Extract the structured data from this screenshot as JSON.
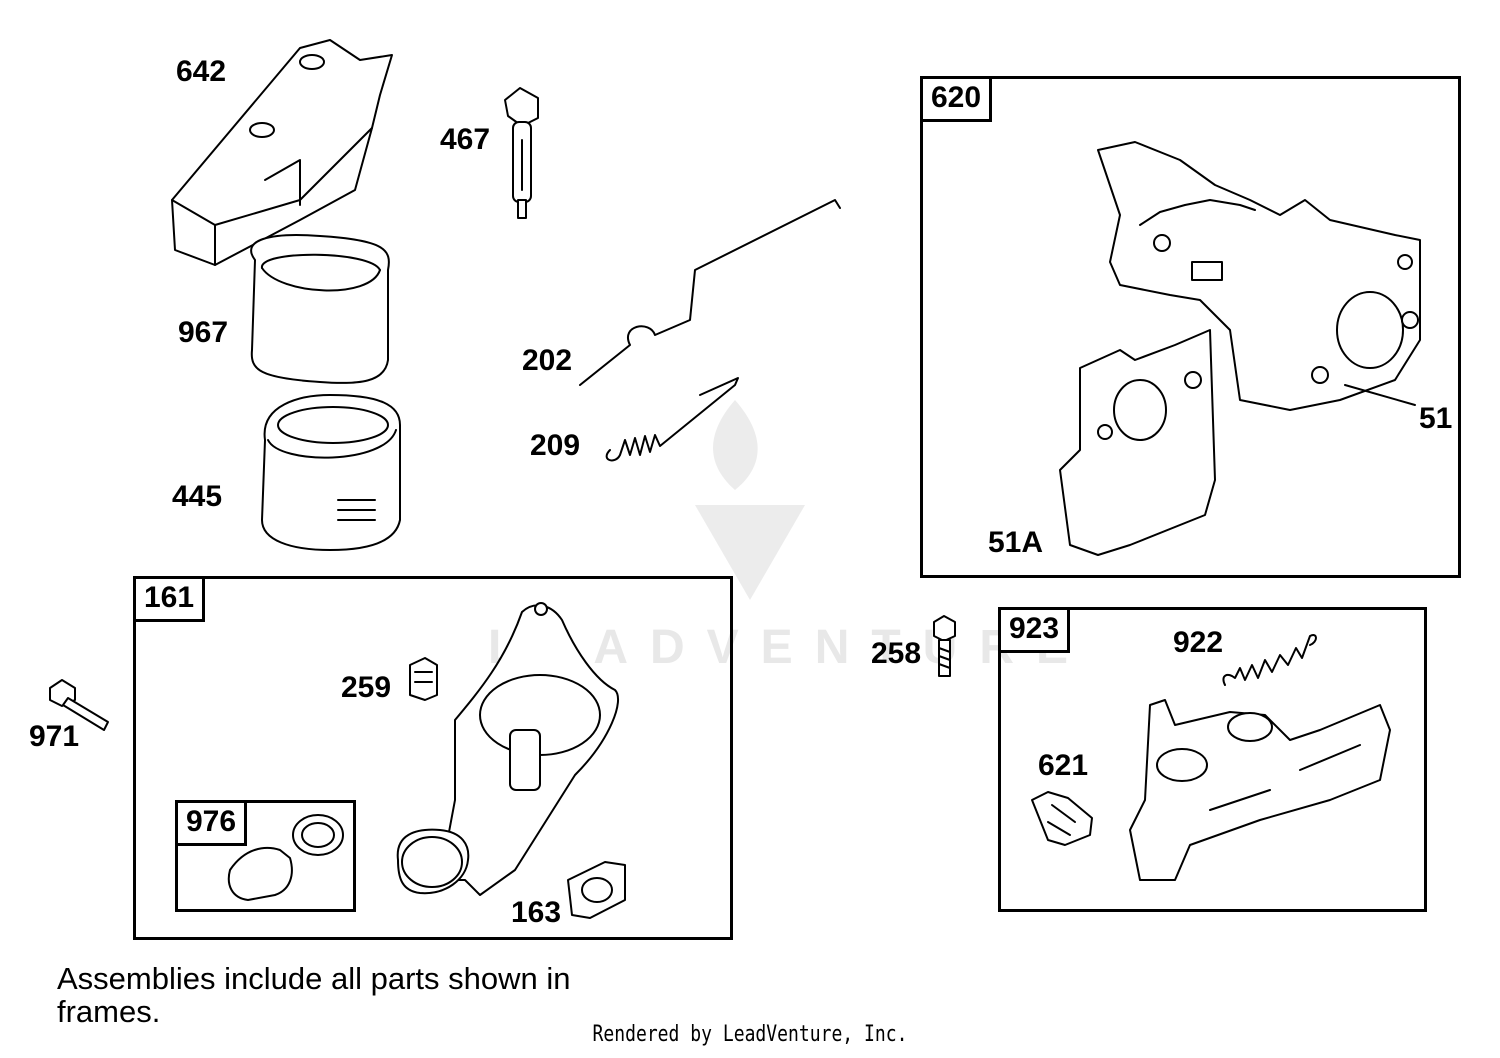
{
  "watermark": "LEADVENTURE",
  "labels": {
    "p642": "642",
    "p467": "467",
    "p967": "967",
    "p202": "202",
    "p209": "209",
    "p445": "445",
    "p971": "971",
    "p259": "259",
    "p163": "163",
    "p258": "258",
    "p922": "922",
    "p621": "621",
    "p51": "51",
    "p51a": "51A"
  },
  "frames": {
    "f620": "620",
    "f161": "161",
    "f976": "976",
    "f923": "923"
  },
  "note": "Assemblies include all parts shown in frames.",
  "credit": "Rendered by LeadVenture, Inc."
}
